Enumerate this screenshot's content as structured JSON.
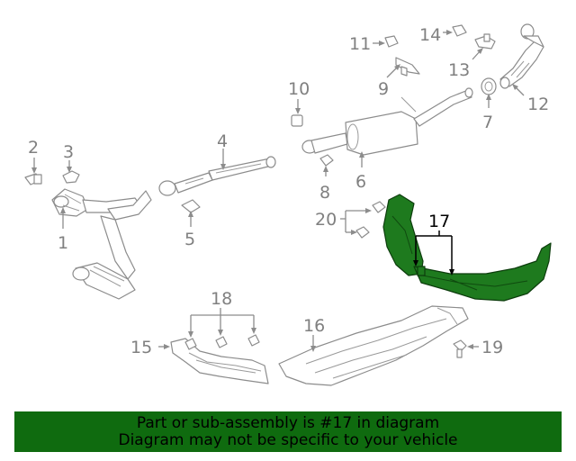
{
  "callouts": {
    "c1": "1",
    "c2": "2",
    "c3": "3",
    "c4": "4",
    "c5": "5",
    "c6": "6",
    "c7": "7",
    "c8": "8",
    "c9": "9",
    "c10": "10",
    "c11": "11",
    "c12": "12",
    "c13": "13",
    "c14": "14",
    "c15": "15",
    "c16": "16",
    "c17": "17",
    "c18": "18",
    "c19": "19",
    "c20": "20"
  },
  "highlighted_part": "17",
  "colors": {
    "highlight": "#1e7a1e",
    "banner": "#0f6b0f",
    "line_art": "#8c8c8c"
  },
  "banner": {
    "line1": "Part or sub-assembly is #17 in diagram",
    "line2": "Diagram may not be specific to your vehicle"
  }
}
